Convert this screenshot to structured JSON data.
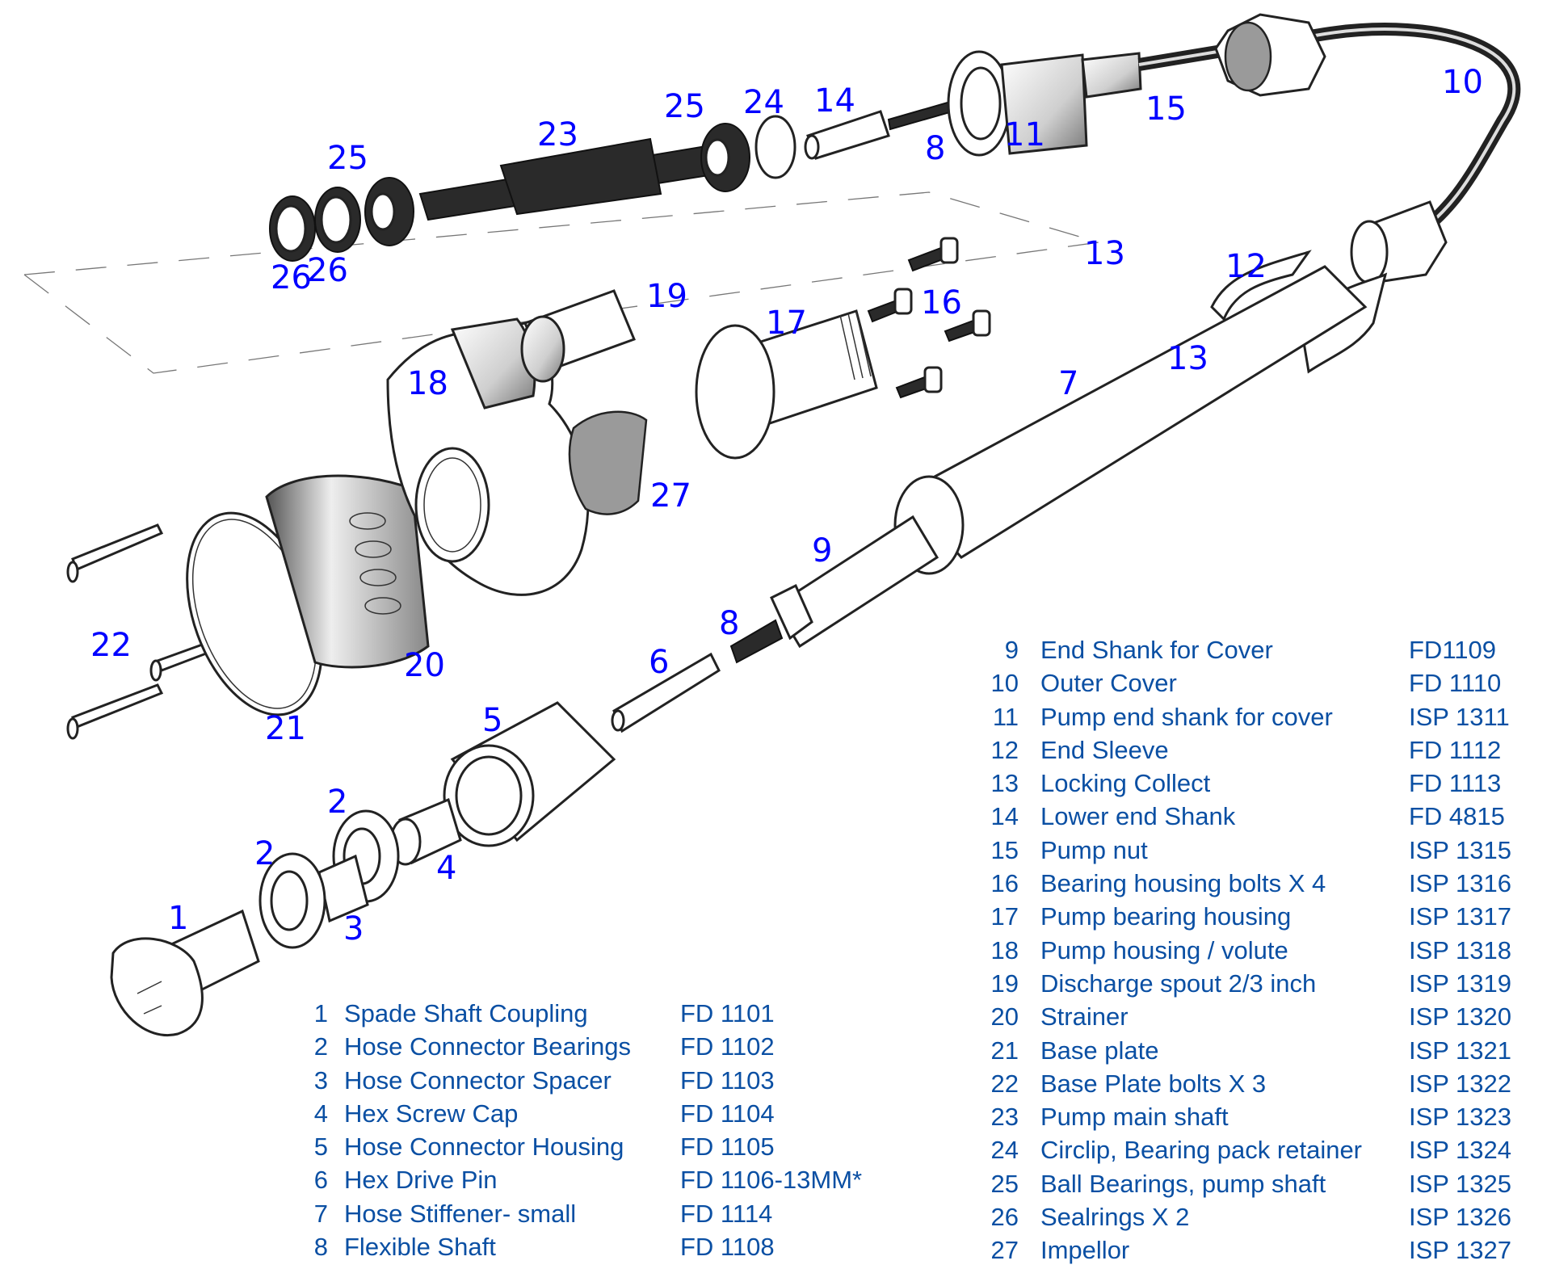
{
  "diagram": {
    "title_visible": false,
    "callouts": {
      "c1": "1",
      "c2a": "2",
      "c2b": "2",
      "c3": "3",
      "c4": "4",
      "c5": "5",
      "c6": "6",
      "c7": "7",
      "c8a": "8",
      "c8b": "8",
      "c9": "9",
      "c10": "10",
      "c11": "11",
      "c12": "12",
      "c13a": "13",
      "c13b": "13",
      "c14": "14",
      "c15": "15",
      "c16": "16",
      "c17": "17",
      "c18": "18",
      "c19": "19",
      "c20": "20",
      "c21": "21",
      "c22": "22",
      "c23": "23",
      "c24": "24",
      "c25a": "25",
      "c25b": "25",
      "c26a": "26",
      "c26b": "26",
      "c27": "27"
    },
    "colors": {
      "callout": "#0000ff",
      "parts_list": "#0a4fa3",
      "linework": "#222222"
    }
  },
  "parts_list_left": [
    {
      "num": "1",
      "name": "Spade Shaft Coupling",
      "code": "FD 1101"
    },
    {
      "num": "2",
      "name": "Hose Connector Bearings",
      "code": "FD 1102"
    },
    {
      "num": "3",
      "name": "Hose Connector Spacer",
      "code": "FD 1103"
    },
    {
      "num": "4",
      "name": "Hex Screw Cap",
      "code": "FD 1104"
    },
    {
      "num": "5",
      "name": "Hose Connector Housing",
      "code": "FD 1105"
    },
    {
      "num": "6",
      "name": "Hex Drive Pin",
      "code": "FD 1106-13MM*"
    },
    {
      "num": "7",
      "name": "Hose Stiffener- small",
      "code": "FD 1114"
    },
    {
      "num": "8",
      "name": "Flexible Shaft",
      "code": "FD 1108"
    }
  ],
  "parts_list_right": [
    {
      "num": "9",
      "name": "End Shank for Cover",
      "code": "FD1109"
    },
    {
      "num": "10",
      "name": "Outer Cover",
      "code": "FD 1110"
    },
    {
      "num": "11",
      "name": "Pump end shank for cover",
      "code": "ISP 1311"
    },
    {
      "num": "12",
      "name": "End Sleeve",
      "code": "FD 1112"
    },
    {
      "num": "13",
      "name": "Locking Collect",
      "code": "FD 1113"
    },
    {
      "num": "14",
      "name": "Lower end Shank",
      "code": "FD 4815"
    },
    {
      "num": "15",
      "name": "Pump nut",
      "code": "ISP 1315"
    },
    {
      "num": "16",
      "name": "Bearing housing bolts X 4",
      "code": "ISP 1316"
    },
    {
      "num": "17",
      "name": "Pump bearing housing",
      "code": "ISP 1317"
    },
    {
      "num": "18",
      "name": "Pump housing / volute",
      "code": "ISP 1318"
    },
    {
      "num": "19",
      "name": "Discharge spout 2/3 inch",
      "code": "ISP 1319"
    },
    {
      "num": "20",
      "name": "Strainer",
      "code": "ISP 1320"
    },
    {
      "num": "21",
      "name": "Base plate",
      "code": "ISP 1321"
    },
    {
      "num": "22",
      "name": "Base Plate bolts X 3",
      "code": "ISP 1322"
    },
    {
      "num": "23",
      "name": "Pump main shaft",
      "code": "ISP 1323"
    },
    {
      "num": "24",
      "name": "Circlip, Bearing pack retainer",
      "code": "ISP 1324"
    },
    {
      "num": "25",
      "name": "Ball Bearings, pump shaft",
      "code": "ISP 1325"
    },
    {
      "num": "26",
      "name": "Sealrings X 2",
      "code": "ISP 1326"
    },
    {
      "num": "27",
      "name": "Impellor",
      "code": "ISP 1327"
    }
  ]
}
